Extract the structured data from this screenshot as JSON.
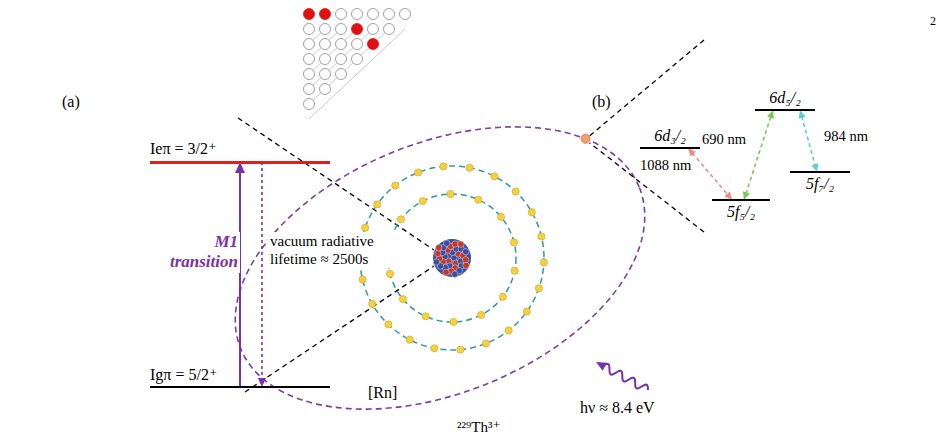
{
  "diagram": {
    "nodes": [
      {
        "text": [
          "Ieπ = 3/2⁺"
        ]
      },
      {
        "text": [
          "Igπ = 5/2⁺"
        ]
      },
      {
        "text": [
          "6d₅/₂"
        ]
      },
      {
        "text": [
          "6d₃/₂"
        ]
      },
      {
        "text": [
          "5f₇/₂"
        ]
      },
      {
        "text": [
          "5f₅/₂"
        ]
      }
    ],
    "edges": [
      {
        "from": 1,
        "to": 0,
        "arrow": "to",
        "label": "M1 transition"
      },
      {
        "from": 0,
        "to": 1,
        "arrow": "to",
        "label": "vacuum radiative lifetime ≈ 2500s"
      },
      {
        "from": 3,
        "to": 5,
        "arrow": "both",
        "label": "1088 nm"
      },
      {
        "from": 5,
        "to": 2,
        "arrow": "both",
        "label": "690 nm"
      },
      {
        "from": 2,
        "to": 4,
        "arrow": "both",
        "label": "984 nm"
      }
    ],
    "labels": [
      "2",
      "(a)",
      "(b)",
      "[Rn]",
      "²²⁹Th³⁺",
      "hν ≈ 8.4 eV"
    ]
  }
}
